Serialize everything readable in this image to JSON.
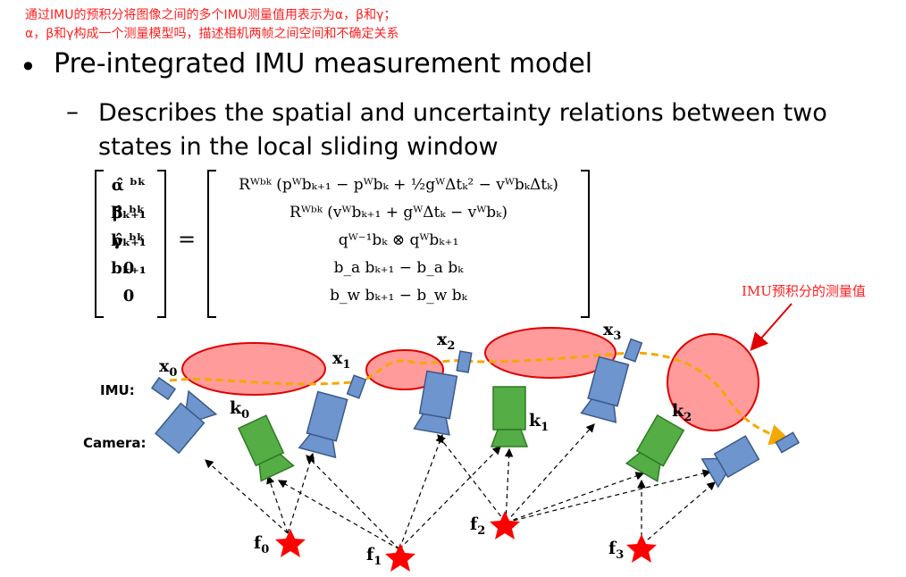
{
  "notes": {
    "line1": "通过IMU的预积分将图像之间的多个IMU测量值用表示为α，β和γ；",
    "line2": "α，β和γ构成一个测量模型吗，描述相机两帧之间空间和不确定关系"
  },
  "bullet": {
    "marker": "•",
    "title": "Pre-integrated IMU measurement model"
  },
  "sub_bullet": {
    "marker": "–",
    "text": "Describes the spatial and uncertainty relations between two states in the local sliding window"
  },
  "equation": {
    "lhs": [
      "α̂ ᵇᵏ bₖ₊₁",
      "β̂ ᵇᵏ bₖ₊₁",
      "γ̂ ᵇᵏ bₖ₊₁",
      "0",
      "0"
    ],
    "equals": "=",
    "rhs": [
      "Rᵂᵇᵏ (pᵂbₖ₊₁ − pᵂbₖ + ½gᵂΔtₖ² − vᵂbₖΔtₖ)",
      "Rᵂᵇᵏ (vᵂbₖ₊₁ + gᵂΔtₖ − vᵂbₖ)",
      "qᵂ⁻¹bₖ ⊗ qᵂbₖ₊₁",
      "b_a bₖ₊₁ − b_a bₖ",
      "b_w bₖ₊₁ − b_w bₖ"
    ]
  },
  "annotation": "IMU预积分的测量值",
  "diagram": {
    "row_labels": {
      "imu": "IMU:",
      "camera": "Camera:"
    },
    "states": [
      {
        "main": "x",
        "sub": "0"
      },
      {
        "main": "x",
        "sub": "1"
      },
      {
        "main": "x",
        "sub": "2"
      },
      {
        "main": "x",
        "sub": "3"
      }
    ],
    "keyframes": [
      {
        "main": "k",
        "sub": "0"
      },
      {
        "main": "k",
        "sub": "1"
      },
      {
        "main": "k",
        "sub": "2"
      }
    ],
    "features": [
      {
        "main": "f",
        "sub": "0"
      },
      {
        "main": "f",
        "sub": "1"
      },
      {
        "main": "f",
        "sub": "2"
      },
      {
        "main": "f",
        "sub": "3"
      }
    ],
    "colors": {
      "ellipse_fill": "#ff8a8a",
      "ellipse_stroke": "#e00000",
      "trajectory": "#f5a800",
      "camera_blue": "#6f95cf",
      "camera_green": "#55ad45",
      "star": "#ff0000",
      "annotation": "#ff2020"
    }
  }
}
